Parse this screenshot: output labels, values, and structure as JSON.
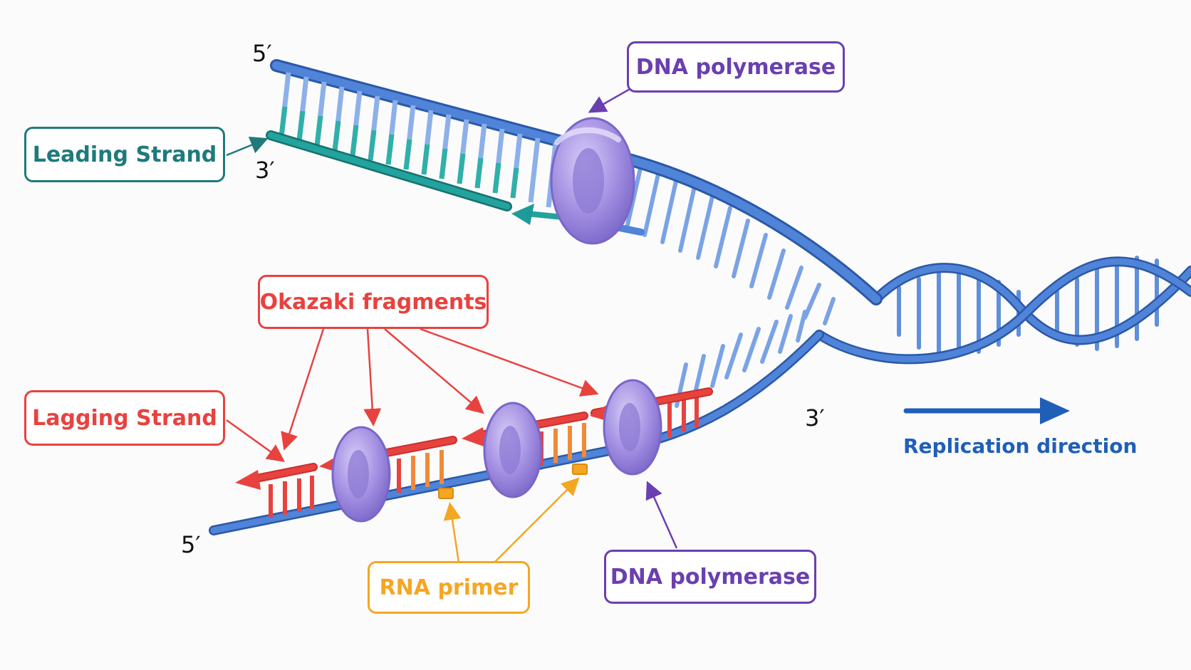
{
  "labels": {
    "leading_strand": "Leading Strand",
    "lagging_strand": "Lagging Strand",
    "okazaki_fragments": "Okazaki fragments",
    "rna_primer": "RNA primer",
    "dna_polymerase_top": "DNA polymerase",
    "dna_polymerase_bottom": "DNA polymerase",
    "replication_direction": "Replication direction",
    "end_top_5": "5′",
    "end_top_3": "3′",
    "end_bottom_5": "5′",
    "end_bottom_3": "3′"
  },
  "colors": {
    "template_strand": "#3f76cf",
    "template_strand_dark": "#2b58a8",
    "leading_strand": "#1f9a9a",
    "leading_label": "#1f7a7c",
    "lagging_fragment": "#e8423f",
    "rna_primer": "#f5a623",
    "polymerase": "#9f8ee0",
    "polymerase_dark": "#7a66c8",
    "polymerase_label": "#6a3fb0",
    "direction": "#1f5fb8"
  },
  "icons": {
    "polymerase_top": "polymerase-clamp-icon",
    "polymerase_lagging": "polymerase-clamp-icon",
    "direction_arrow": "arrow-right-icon"
  }
}
